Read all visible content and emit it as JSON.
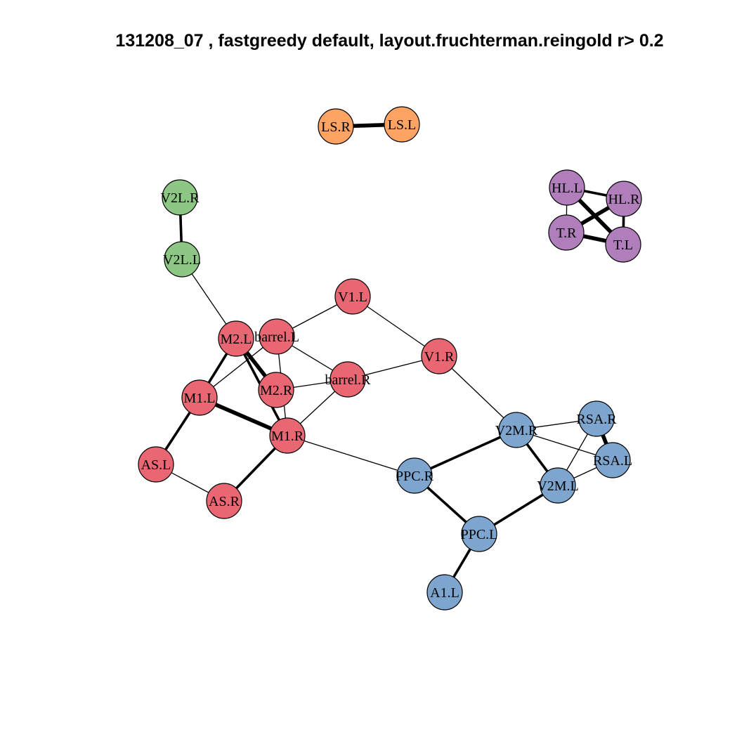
{
  "title": "131208_07 , fastgreedy default,  layout.fruchterman.reingold r> 0.2",
  "communities": {
    "orange": "#FDA465",
    "green": "#8CC883",
    "red": "#E96673",
    "purple": "#B17EBC",
    "blue": "#7EA5CE"
  },
  "nodes": [
    {
      "id": "LS.R",
      "label": "LS.R",
      "community": "orange"
    },
    {
      "id": "LS.L",
      "label": "LS.L",
      "community": "orange"
    },
    {
      "id": "V2L.R",
      "label": "V2L.R",
      "community": "green"
    },
    {
      "id": "V2L.L",
      "label": "V2L.L",
      "community": "green"
    },
    {
      "id": "HL.L",
      "label": "HL.L",
      "community": "purple"
    },
    {
      "id": "HL.R",
      "label": "HL.R",
      "community": "purple"
    },
    {
      "id": "T.R",
      "label": "T.R",
      "community": "purple"
    },
    {
      "id": "T.L",
      "label": "T.L",
      "community": "purple"
    },
    {
      "id": "V1.L",
      "label": "V1.L",
      "community": "red"
    },
    {
      "id": "M2.L",
      "label": "M2.L",
      "community": "red"
    },
    {
      "id": "barrel.L",
      "label": "barrel.L",
      "community": "red"
    },
    {
      "id": "V1.R",
      "label": "V1.R",
      "community": "red"
    },
    {
      "id": "barrel.R",
      "label": "barrel.R",
      "community": "red"
    },
    {
      "id": "M2.R",
      "label": "M2.R",
      "community": "red"
    },
    {
      "id": "M1.L",
      "label": "M1.L",
      "community": "red"
    },
    {
      "id": "M1.R",
      "label": "M1.R",
      "community": "red"
    },
    {
      "id": "AS.L",
      "label": "AS.L",
      "community": "red"
    },
    {
      "id": "AS.R",
      "label": "AS.R",
      "community": "red"
    },
    {
      "id": "V2M.R",
      "label": "V2M.R",
      "community": "blue"
    },
    {
      "id": "RSA.R",
      "label": "RSA.R",
      "community": "blue"
    },
    {
      "id": "RSA.L",
      "label": "RSA.L",
      "community": "blue"
    },
    {
      "id": "PPC.R",
      "label": "PPC.R",
      "community": "blue"
    },
    {
      "id": "V2M.L",
      "label": "V2M.L",
      "community": "blue"
    },
    {
      "id": "PPC.L",
      "label": "PPC.L",
      "community": "blue"
    },
    {
      "id": "A1.L",
      "label": "A1.L",
      "community": "blue"
    }
  ],
  "edges": [
    {
      "source": "LS.R",
      "target": "LS.L",
      "strength": 3
    },
    {
      "source": "V2L.R",
      "target": "V2L.L",
      "strength": 2
    },
    {
      "source": "V2L.L",
      "target": "M2.L",
      "strength": 1
    },
    {
      "source": "HL.L",
      "target": "HL.R",
      "strength": 2
    },
    {
      "source": "HL.L",
      "target": "T.R",
      "strength": 1
    },
    {
      "source": "HL.L",
      "target": "T.L",
      "strength": 3
    },
    {
      "source": "HL.R",
      "target": "T.R",
      "strength": 3
    },
    {
      "source": "HL.R",
      "target": "T.L",
      "strength": 2
    },
    {
      "source": "T.R",
      "target": "T.L",
      "strength": 3
    },
    {
      "source": "barrel.L",
      "target": "V1.L",
      "strength": 1
    },
    {
      "source": "V1.L",
      "target": "V1.R",
      "strength": 1
    },
    {
      "source": "barrel.R",
      "target": "V1.R",
      "strength": 1
    },
    {
      "source": "V1.R",
      "target": "V2M.R",
      "strength": 1
    },
    {
      "source": "M2.L",
      "target": "M1.L",
      "strength": 2
    },
    {
      "source": "M2.L",
      "target": "M2.R",
      "strength": 3
    },
    {
      "source": "M2.L",
      "target": "M1.R",
      "strength": 2
    },
    {
      "source": "barrel.L",
      "target": "barrel.R",
      "strength": 1
    },
    {
      "source": "barrel.L",
      "target": "M1.L",
      "strength": 1
    },
    {
      "source": "barrel.L",
      "target": "M1.R",
      "strength": 1
    },
    {
      "source": "M2.R",
      "target": "barrel.R",
      "strength": 1
    },
    {
      "source": "barrel.R",
      "target": "M1.R",
      "strength": 1
    },
    {
      "source": "M1.L",
      "target": "M1.R",
      "strength": 3
    },
    {
      "source": "M1.L",
      "target": "AS.L",
      "strength": 2
    },
    {
      "source": "AS.L",
      "target": "AS.R",
      "strength": 1
    },
    {
      "source": "M1.R",
      "target": "AS.R",
      "strength": 2
    },
    {
      "source": "M1.R",
      "target": "PPC.R",
      "strength": 1
    },
    {
      "source": "PPC.R",
      "target": "V2M.R",
      "strength": 2
    },
    {
      "source": "V2M.R",
      "target": "RSA.R",
      "strength": 1
    },
    {
      "source": "V2M.R",
      "target": "RSA.L",
      "strength": 1
    },
    {
      "source": "V2M.R",
      "target": "V2M.L",
      "strength": 2
    },
    {
      "source": "RSA.R",
      "target": "RSA.L",
      "strength": 3
    },
    {
      "source": "RSA.R",
      "target": "V2M.L",
      "strength": 1
    },
    {
      "source": "RSA.L",
      "target": "V2M.L",
      "strength": 1
    },
    {
      "source": "PPC.R",
      "target": "PPC.L",
      "strength": 2
    },
    {
      "source": "PPC.L",
      "target": "V2M.L",
      "strength": 2
    },
    {
      "source": "PPC.L",
      "target": "A1.L",
      "strength": 2
    }
  ]
}
